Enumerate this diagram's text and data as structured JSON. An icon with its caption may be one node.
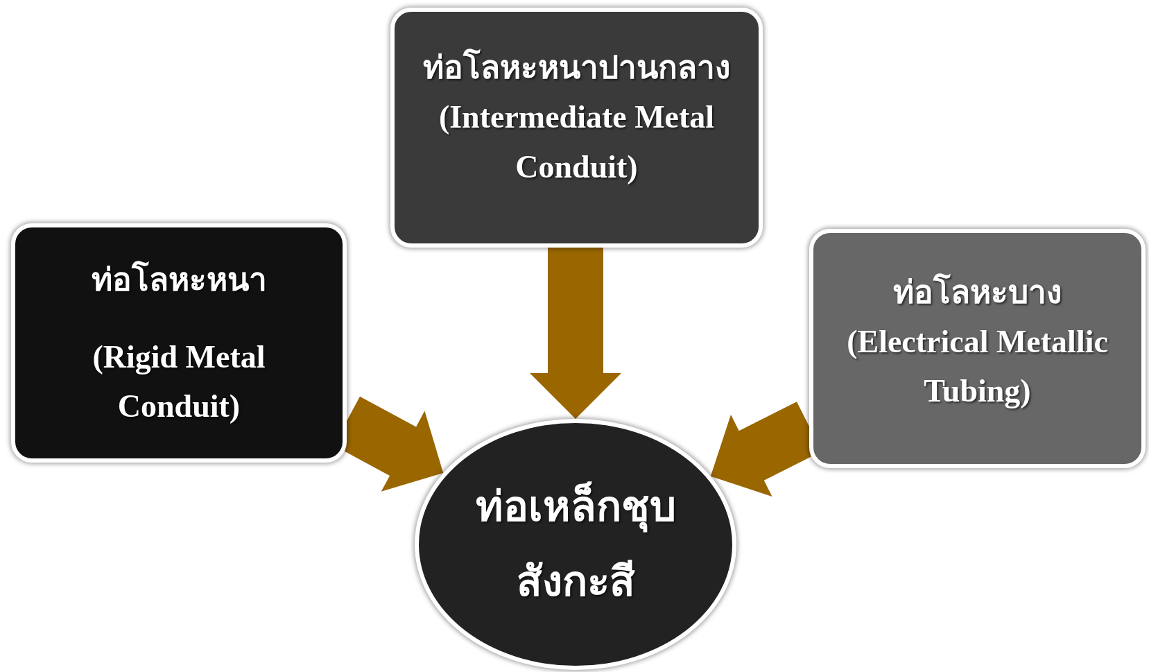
{
  "diagram": {
    "nodes": [
      {
        "text": [
          "ท่อโลหะหนา",
          "(Rigid Metal Conduit)"
        ]
      },
      {
        "text": [
          "ท่อโลหะหนาปานกลาง",
          "(Intermediate Metal Conduit)"
        ]
      },
      {
        "text": [
          "ท่อโลหะบาง",
          "(Electrical Metallic Tubing)"
        ]
      },
      {
        "text": [
          "ท่อเหล็กชุบสังกะสี"
        ]
      }
    ],
    "edges": [
      {
        "from": 0,
        "to": 3,
        "arrow": "to",
        "color": "#996600"
      },
      {
        "from": 1,
        "to": 3,
        "arrow": "to",
        "color": "#996600"
      },
      {
        "from": 2,
        "to": 3,
        "arrow": "to",
        "color": "#996600"
      }
    ]
  }
}
